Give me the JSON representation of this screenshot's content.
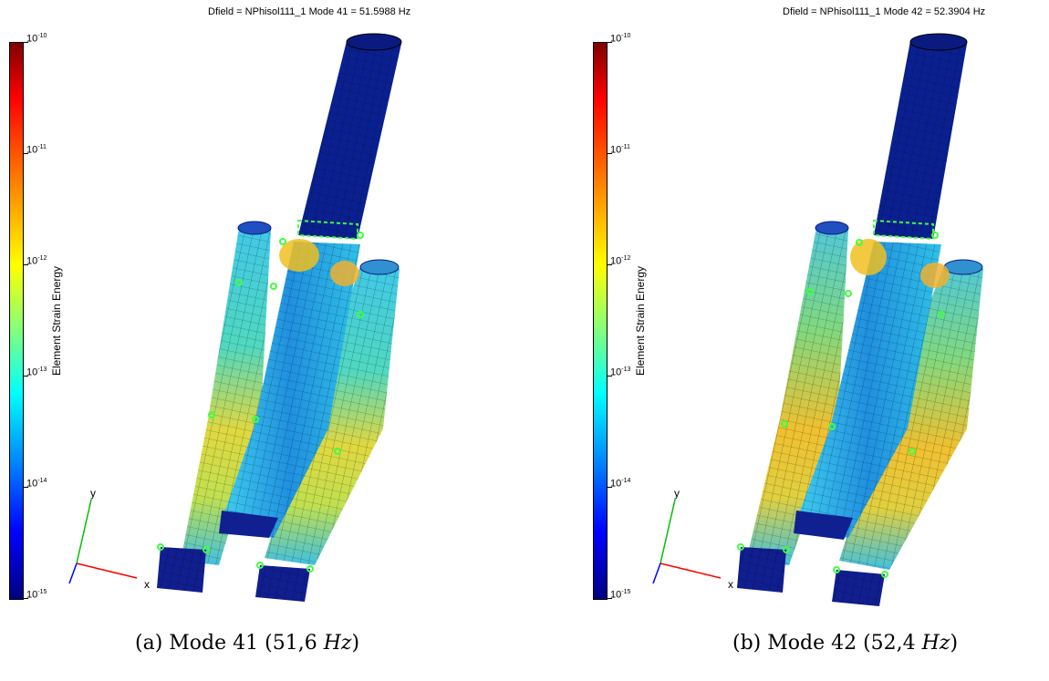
{
  "panels": [
    {
      "title": "Dfield = NPhisol111_1  Mode 41 = 51.5988 Hz",
      "caption_prefix": "(a) Mode 41 (51,6 ",
      "caption_unit": "Hz",
      "caption_suffix": ")"
    },
    {
      "title": "Dfield = NPhisol111_1  Mode 42 = 52.3904 Hz",
      "caption_prefix": "(b) Mode 42 (52,4 ",
      "caption_unit": "Hz",
      "caption_suffix": ")"
    }
  ],
  "colorbar": {
    "label": "Element Strain Energy",
    "tick_base": "10",
    "tick_exponents": [
      "-10",
      "-11",
      "-12",
      "-13",
      "-14",
      "-15"
    ],
    "colormap": "jet"
  },
  "axes_triad": {
    "x": "x",
    "y": "y"
  },
  "colors": {
    "mesh_dark": "#0a1a80",
    "mesh_light": "#20a0e0",
    "hot": "#f0c020",
    "node_marker": "#40ff40"
  }
}
